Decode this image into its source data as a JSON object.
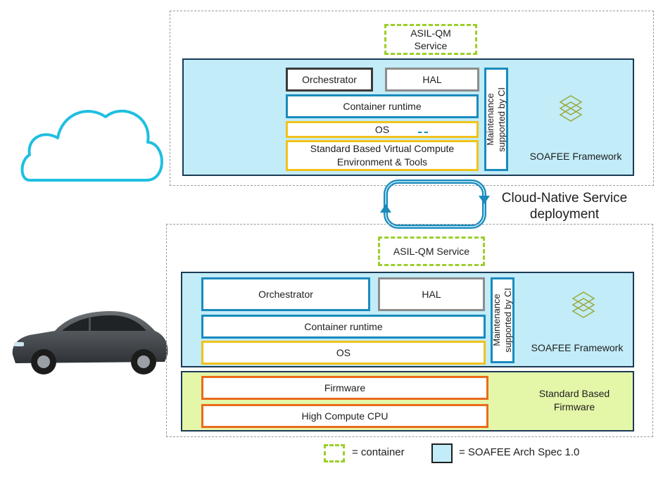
{
  "colors": {
    "panel_blue": "#c2ecf8",
    "panel_green": "#e4f6a8",
    "container_green": "#9ccf2a",
    "teal": "#1a8bbd",
    "gray": "#8c8c8c",
    "yellow": "#f2c21b",
    "orange": "#ea6b1c",
    "dark": "#3a3a3a",
    "cloud": "#1fbfe0"
  },
  "cloud_stack": {
    "container_label": "ASIL-QM\nService",
    "orchestrator": "Orchestrator",
    "hal": "HAL",
    "container_runtime": "Container runtime",
    "os": "OS",
    "standard_vce": "Standard Based Virtual Compute\nEnvironment & Tools",
    "maintenance": "Maintenance\nsupported by CI",
    "soafee_framework": "SOAFEE Framework"
  },
  "deployment_label": "Cloud-Native Service\ndeployment",
  "vehicle_stack": {
    "container_label": "ASIL-QM Service",
    "orchestrator": "Orchestrator",
    "hal": "HAL",
    "container_runtime": "Container runtime",
    "os": "OS",
    "maintenance": "Maintenance\nsupported by CI",
    "soafee_framework": "SOAFEE Framework",
    "firmware": "Firmware",
    "high_compute_cpu": "High Compute CPU",
    "standard_firmware": "Standard Based\nFirmware"
  },
  "legend": {
    "container": "= container",
    "soafee_spec": "= SOAFEE Arch Spec 1.0"
  },
  "icons": [
    "cloud-icon",
    "car-image",
    "soafee-logo-icon",
    "cycle-arrows-icon"
  ]
}
